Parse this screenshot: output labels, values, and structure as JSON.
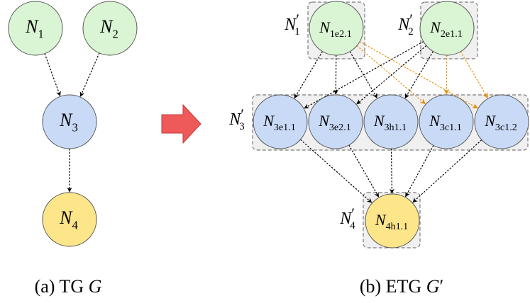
{
  "colors": {
    "green_fill": "#d9f5d3",
    "blue_fill": "#c9daf6",
    "yellow_fill": "#fde58a",
    "node_stroke": "#555555",
    "group_fill": "#f0f0f0",
    "group_stroke": "#7a7a7a",
    "edge_black": "#000000",
    "edge_orange": "#e8900a",
    "arrow_red": "#ee5a5a"
  },
  "tg": {
    "caption": "(a) TG G",
    "nodes": [
      {
        "id": "n1",
        "base": "N",
        "sub": "1",
        "color": "green"
      },
      {
        "id": "n2",
        "base": "N",
        "sub": "2",
        "color": "green"
      },
      {
        "id": "n3",
        "base": "N",
        "sub": "3",
        "color": "blue"
      },
      {
        "id": "n4",
        "base": "N",
        "sub": "4",
        "color": "yellow"
      }
    ],
    "edges": [
      [
        "n1",
        "n3"
      ],
      [
        "n2",
        "n3"
      ],
      [
        "n3",
        "n4"
      ]
    ]
  },
  "etg": {
    "caption": "(b) ETG G′",
    "groups": [
      {
        "id": "g1",
        "label_base": "N",
        "label_sub": "1",
        "prime": "′"
      },
      {
        "id": "g2",
        "label_base": "N",
        "label_sub": "2",
        "prime": "′"
      },
      {
        "id": "g3",
        "label_base": "N",
        "label_sub": "3",
        "prime": "′"
      },
      {
        "id": "g4",
        "label_base": "N",
        "label_sub": "4",
        "prime": "′"
      }
    ],
    "nodes": [
      {
        "id": "a",
        "base": "N",
        "sub": "1e2.1",
        "color": "green"
      },
      {
        "id": "b",
        "base": "N",
        "sub": "2e1.1",
        "color": "green"
      },
      {
        "id": "c1",
        "base": "N",
        "sub": "3e1.1",
        "color": "blue"
      },
      {
        "id": "c2",
        "base": "N",
        "sub": "3e2.1",
        "color": "blue"
      },
      {
        "id": "c3",
        "base": "N",
        "sub": "3h1.1",
        "color": "blue"
      },
      {
        "id": "c4",
        "base": "N",
        "sub": "3c1.1",
        "color": "blue"
      },
      {
        "id": "c5",
        "base": "N",
        "sub": "3c1.2",
        "color": "blue"
      },
      {
        "id": "d",
        "base": "N",
        "sub": "4h1.1",
        "color": "yellow"
      }
    ],
    "edges": [
      [
        "a",
        "c1",
        "black"
      ],
      [
        "a",
        "c2",
        "black"
      ],
      [
        "a",
        "c3",
        "black"
      ],
      [
        "a",
        "c4",
        "orange"
      ],
      [
        "a",
        "c5",
        "orange"
      ],
      [
        "b",
        "c1",
        "black"
      ],
      [
        "b",
        "c2",
        "black"
      ],
      [
        "b",
        "c3",
        "black"
      ],
      [
        "b",
        "c4",
        "orange"
      ],
      [
        "b",
        "c5",
        "orange"
      ],
      [
        "c1",
        "d",
        "black"
      ],
      [
        "c2",
        "d",
        "black"
      ],
      [
        "c3",
        "d",
        "black"
      ],
      [
        "c4",
        "d",
        "black"
      ],
      [
        "c5",
        "d",
        "black"
      ]
    ]
  }
}
